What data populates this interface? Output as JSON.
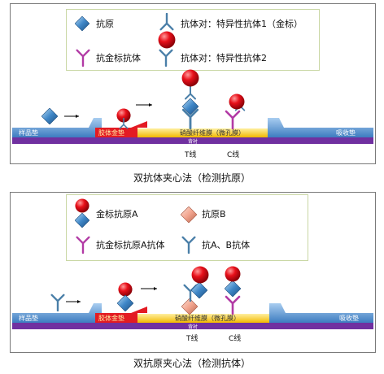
{
  "panel1": {
    "legend": {
      "antigen": "抗原",
      "pair_ab1": "抗体对：特异性抗体1（金标）",
      "gold_anti_ab": "抗金标抗体",
      "pair_ab2": "抗体对：特异性抗体2"
    },
    "strip": {
      "sample_pad": "样品垫",
      "conjugate_pad": "胶体金垫",
      "nc_membrane": "硝酸纤维膜（微孔膜）",
      "absorbent_pad": "吸收垫",
      "backing": "背衬",
      "t_line": "T线",
      "c_line": "C线"
    },
    "caption": "双抗体夹心法（检测抗原）"
  },
  "panel2": {
    "legend": {
      "gold_antigen_a": "金标抗原A",
      "antigen_b": "抗原B",
      "anti_gold_antigen_a_ab": "抗金标抗原A抗体",
      "ab_ab": "抗A、B抗体"
    },
    "strip": {
      "sample_pad": "样品垫",
      "conjugate_pad": "胶体金垫",
      "nc_membrane": "硝酸纤维膜（微孔膜）",
      "absorbent_pad": "吸收垫",
      "backing": "背衬",
      "t_line": "T线",
      "c_line": "C线"
    },
    "caption": "双抗原夹心法（检测抗体）"
  },
  "colors": {
    "pad_blue": "#5b9bd5",
    "conjugate_red": "#e31b23",
    "membrane_yellow": "#ffd21f",
    "backing_purple": "#7030a0",
    "gold_red": "#e8101a",
    "antigen_blue": "#3f87c8",
    "antigen_pink": "#f2a58f",
    "antibody_magenta": "#b23aa5",
    "antibody_steel": "#4a7fa8"
  }
}
